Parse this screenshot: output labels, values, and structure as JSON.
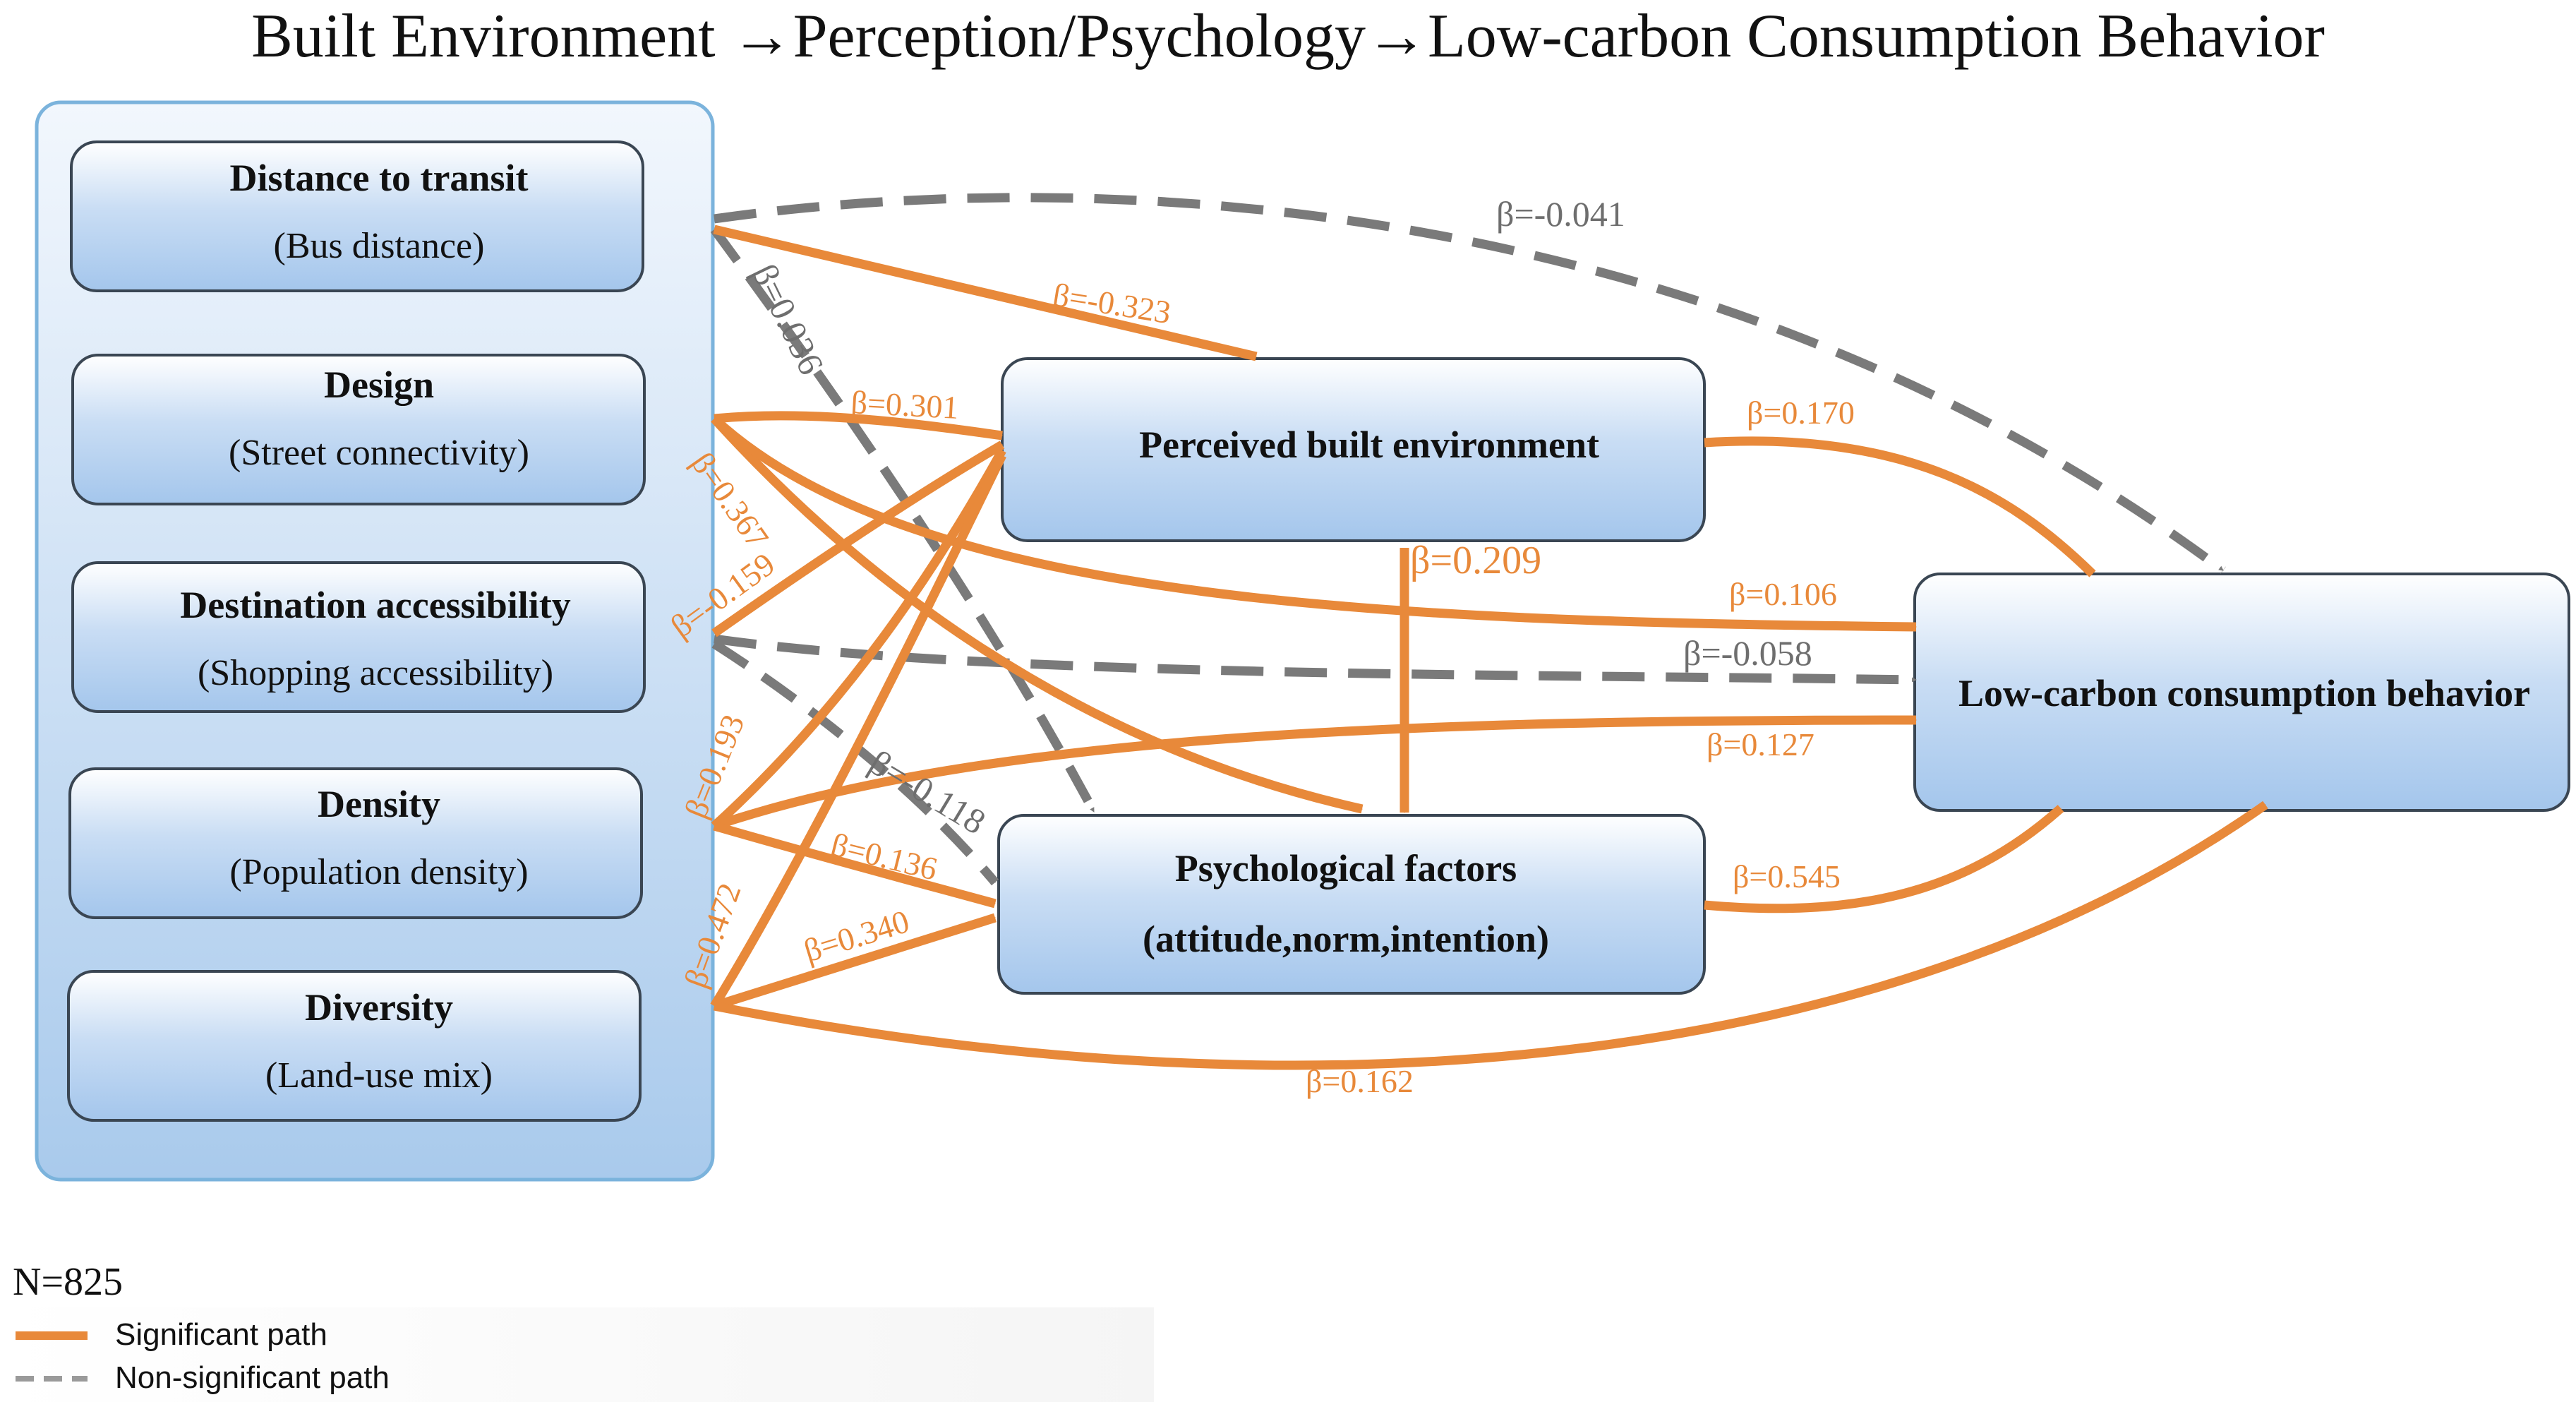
{
  "title": "Built Environment →Perception/Psychology→Low-carbon Consumption Behavior",
  "colors": {
    "significant": "#E8893A",
    "non_significant": "#7A7A7A",
    "box_border": "#3A4653",
    "group_border": "#7BB3DC",
    "box_fill_top": "#FFFFFF",
    "box_fill_bottom": "#A4C6EC"
  },
  "inputs": [
    {
      "id": "transit",
      "title": "Distance to transit",
      "subtitle": "(Bus distance)"
    },
    {
      "id": "design",
      "title": "Design",
      "subtitle": "(Street connectivity)"
    },
    {
      "id": "access",
      "title": "Destination accessibility",
      "subtitle": "(Shopping accessibility)"
    },
    {
      "id": "density",
      "title": "Density",
      "subtitle": "(Population density)"
    },
    {
      "id": "diversity",
      "title": "Diversity",
      "subtitle": "(Land-use mix)"
    }
  ],
  "mediators": {
    "perceived": {
      "title": "Perceived built environment"
    },
    "psych": {
      "title": "Psychological factors",
      "subtitle": "(attitude,norm,intention)"
    }
  },
  "outcome": {
    "title": "Low-carbon consumption behavior"
  },
  "paths": [
    {
      "from": "transit",
      "to": "outcome",
      "label": "β=-0.041",
      "significant": false
    },
    {
      "from": "transit",
      "to": "perceived",
      "label": "β=-0.323",
      "significant": true
    },
    {
      "from": "transit",
      "to": "psych",
      "label": "β=0.036",
      "significant": false
    },
    {
      "from": "design",
      "to": "perceived",
      "label": "β=0.301",
      "significant": true
    },
    {
      "from": "design",
      "to": "psych",
      "label": "β=0.367",
      "significant": true
    },
    {
      "from": "design",
      "to": "outcome",
      "label": "β=0.106",
      "significant": true
    },
    {
      "from": "access",
      "to": "perceived",
      "label": "β=-0.159",
      "significant": true
    },
    {
      "from": "access",
      "to": "outcome",
      "label": "β=-0.058",
      "significant": false
    },
    {
      "from": "access",
      "to": "psych",
      "label": "β=-0.118",
      "significant": false
    },
    {
      "from": "density",
      "to": "perceived",
      "label": "β=0.193",
      "significant": true
    },
    {
      "from": "density",
      "to": "outcome",
      "label": "β=0.127",
      "significant": true
    },
    {
      "from": "density",
      "to": "psych",
      "label": "β=0.136",
      "significant": true
    },
    {
      "from": "diversity",
      "to": "perceived",
      "label": "β=0.472",
      "significant": true
    },
    {
      "from": "diversity",
      "to": "psych",
      "label": "β=0.340",
      "significant": true
    },
    {
      "from": "diversity",
      "to": "outcome",
      "label": "β=0.162",
      "significant": true
    },
    {
      "from": "perceived",
      "to": "outcome",
      "label": "β=0.170",
      "significant": true
    },
    {
      "from": "perceived",
      "to": "psych",
      "label": "β=0.209",
      "significant": true
    },
    {
      "from": "psych",
      "to": "outcome",
      "label": "β=0.545",
      "significant": true
    }
  ],
  "sample_size": "N=825",
  "legend": {
    "significant": "Significant path",
    "non_significant": "Non-significant path"
  }
}
